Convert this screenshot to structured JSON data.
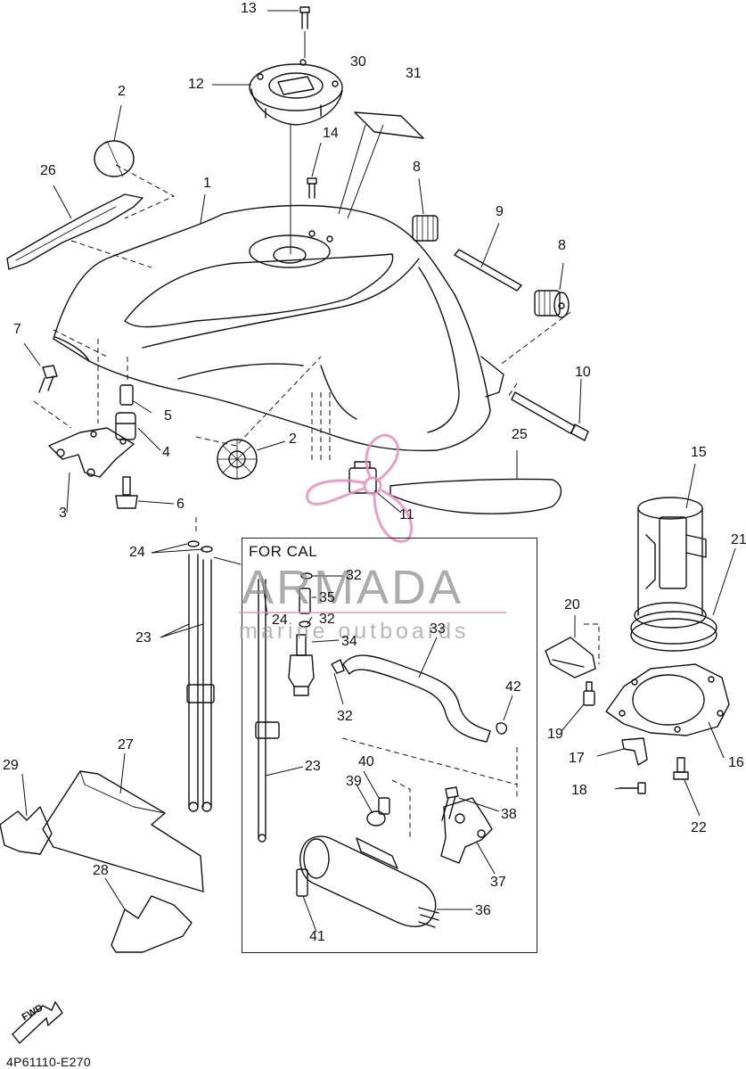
{
  "diagram": {
    "code": "4P61110-E270",
    "inset_title": "FOR CAL",
    "fwd_label": "FWD",
    "watermark": {
      "title": "ARMADA",
      "subtitle": "marine outboards",
      "accent_color": "#e48fb9"
    },
    "callouts": [
      {
        "id": "c13",
        "text": "13"
      },
      {
        "id": "c12",
        "text": "12"
      },
      {
        "id": "c30",
        "text": "30"
      },
      {
        "id": "c31",
        "text": "31"
      },
      {
        "id": "c2a",
        "text": "2"
      },
      {
        "id": "c14",
        "text": "14"
      },
      {
        "id": "c26",
        "text": "26"
      },
      {
        "id": "c1",
        "text": "1"
      },
      {
        "id": "c8a",
        "text": "8"
      },
      {
        "id": "c9",
        "text": "9"
      },
      {
        "id": "c8b",
        "text": "8"
      },
      {
        "id": "c7",
        "text": "7"
      },
      {
        "id": "c5",
        "text": "5"
      },
      {
        "id": "c4",
        "text": "4"
      },
      {
        "id": "c10",
        "text": "10"
      },
      {
        "id": "c2b",
        "text": "2"
      },
      {
        "id": "c25",
        "text": "25"
      },
      {
        "id": "c15",
        "text": "15"
      },
      {
        "id": "c3",
        "text": "3"
      },
      {
        "id": "c6",
        "text": "6"
      },
      {
        "id": "c11",
        "text": "11"
      },
      {
        "id": "c21",
        "text": "21"
      },
      {
        "id": "c24a",
        "text": "24"
      },
      {
        "id": "c32a",
        "text": "32"
      },
      {
        "id": "c35",
        "text": "35"
      },
      {
        "id": "c24b",
        "text": "24"
      },
      {
        "id": "c32b",
        "text": "32"
      },
      {
        "id": "c20",
        "text": "20"
      },
      {
        "id": "c23a",
        "text": "23"
      },
      {
        "id": "c33",
        "text": "33"
      },
      {
        "id": "c34",
        "text": "34"
      },
      {
        "id": "c42",
        "text": "42"
      },
      {
        "id": "c32c",
        "text": "32"
      },
      {
        "id": "c19",
        "text": "19"
      },
      {
        "id": "c17",
        "text": "17"
      },
      {
        "id": "c16",
        "text": "16"
      },
      {
        "id": "c27",
        "text": "27"
      },
      {
        "id": "c40",
        "text": "40"
      },
      {
        "id": "c29",
        "text": "29"
      },
      {
        "id": "c23b",
        "text": "23"
      },
      {
        "id": "c39",
        "text": "39"
      },
      {
        "id": "c18",
        "text": "18"
      },
      {
        "id": "c38",
        "text": "38"
      },
      {
        "id": "c22",
        "text": "22"
      },
      {
        "id": "c37",
        "text": "37"
      },
      {
        "id": "c28",
        "text": "28"
      },
      {
        "id": "c36",
        "text": "36"
      },
      {
        "id": "c41",
        "text": "41"
      }
    ]
  }
}
